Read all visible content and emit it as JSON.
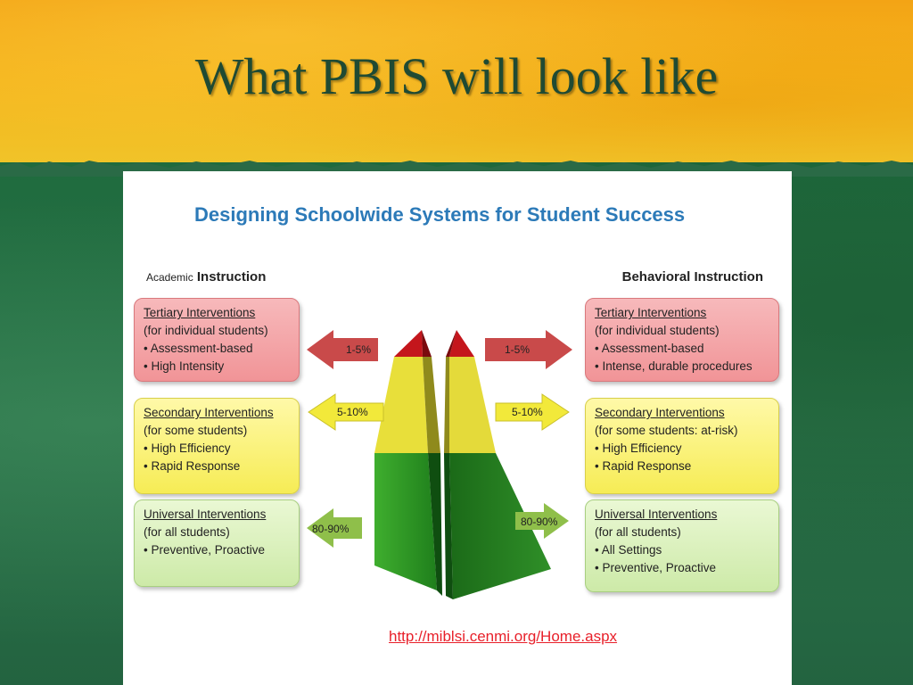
{
  "slide": {
    "title": "What PBIS will look like"
  },
  "diagram": {
    "title": "Designing Schoolwide Systems for Student Success",
    "academic": {
      "heading_small": "Academic",
      "heading_main": "Instruction",
      "tertiary": {
        "head": "Tertiary Interventions",
        "lines": [
          "(for individual students)",
          "• Assessment-based",
          "• High Intensity"
        ]
      },
      "secondary": {
        "head": "Secondary Interventions",
        "lines": [
          "(for some students)",
          "• High Efficiency",
          "• Rapid Response"
        ]
      },
      "universal": {
        "head": "Universal Interventions",
        "lines": [
          "(for all students)",
          "• Preventive, Proactive"
        ]
      }
    },
    "behavioral": {
      "heading": "Behavioral Instruction",
      "tertiary": {
        "head": "Tertiary Interventions",
        "lines": [
          "(for individual students)",
          "• Assessment-based",
          "• Intense, durable procedures"
        ]
      },
      "secondary": {
        "head": "Secondary Interventions",
        "lines": [
          "(for some students: at-risk)",
          "•  High Efficiency",
          "•  Rapid Response"
        ]
      },
      "universal": {
        "head": "Universal Interventions",
        "lines": [
          "(for all students)",
          "• All Settings",
          "• Preventive, Proactive"
        ]
      }
    },
    "arrows": {
      "tertiary": "1-5%",
      "secondary": "5-10%",
      "universal": "80-90%"
    },
    "colors": {
      "tertiary": "#c94a4a",
      "secondary": "#f2e93a",
      "universal": "#8fbf4a",
      "pyramid_green": "#2f9a2a",
      "pyramid_yellow": "#e8df3a",
      "pyramid_red": "#c4161c"
    }
  },
  "source_link": "http://miblsi.cenmi.org/Home.aspx"
}
